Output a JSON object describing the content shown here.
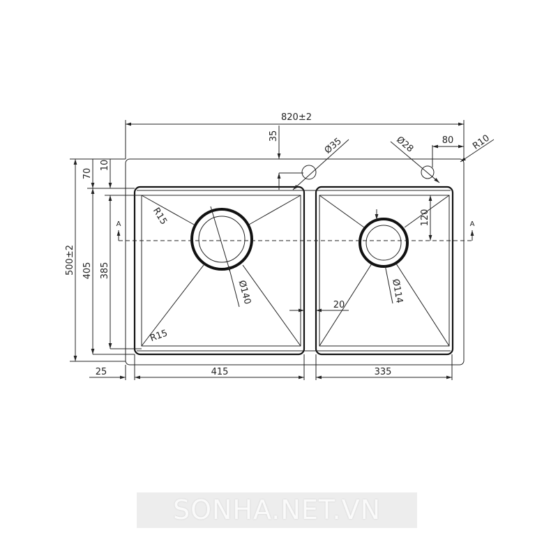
{
  "drawing": {
    "overall_width": "820±2",
    "overall_depth": "500±2",
    "bowl_outer_depth": "405",
    "bowl_inner_depth": "385",
    "rim_offset_back": "70",
    "rim_offset_small": "10",
    "tap_hole_offset": "35",
    "tap_hole_1": "Ø35",
    "tap_hole_2": "Ø28",
    "tap_hole_2_offset": "80",
    "corner_radius": "R10",
    "bowl_corner_top": "R15",
    "bowl_corner_bottom": "R15",
    "drain_left": "Ø140",
    "drain_right": "Ø114",
    "drain_right_offset": "120",
    "divider_width": "20",
    "left_margin": "25",
    "left_bowl_width": "415",
    "right_bowl_width": "335",
    "section_mark_left": "A",
    "section_mark_right": "A"
  },
  "watermark": "SONHA.NET.VN"
}
